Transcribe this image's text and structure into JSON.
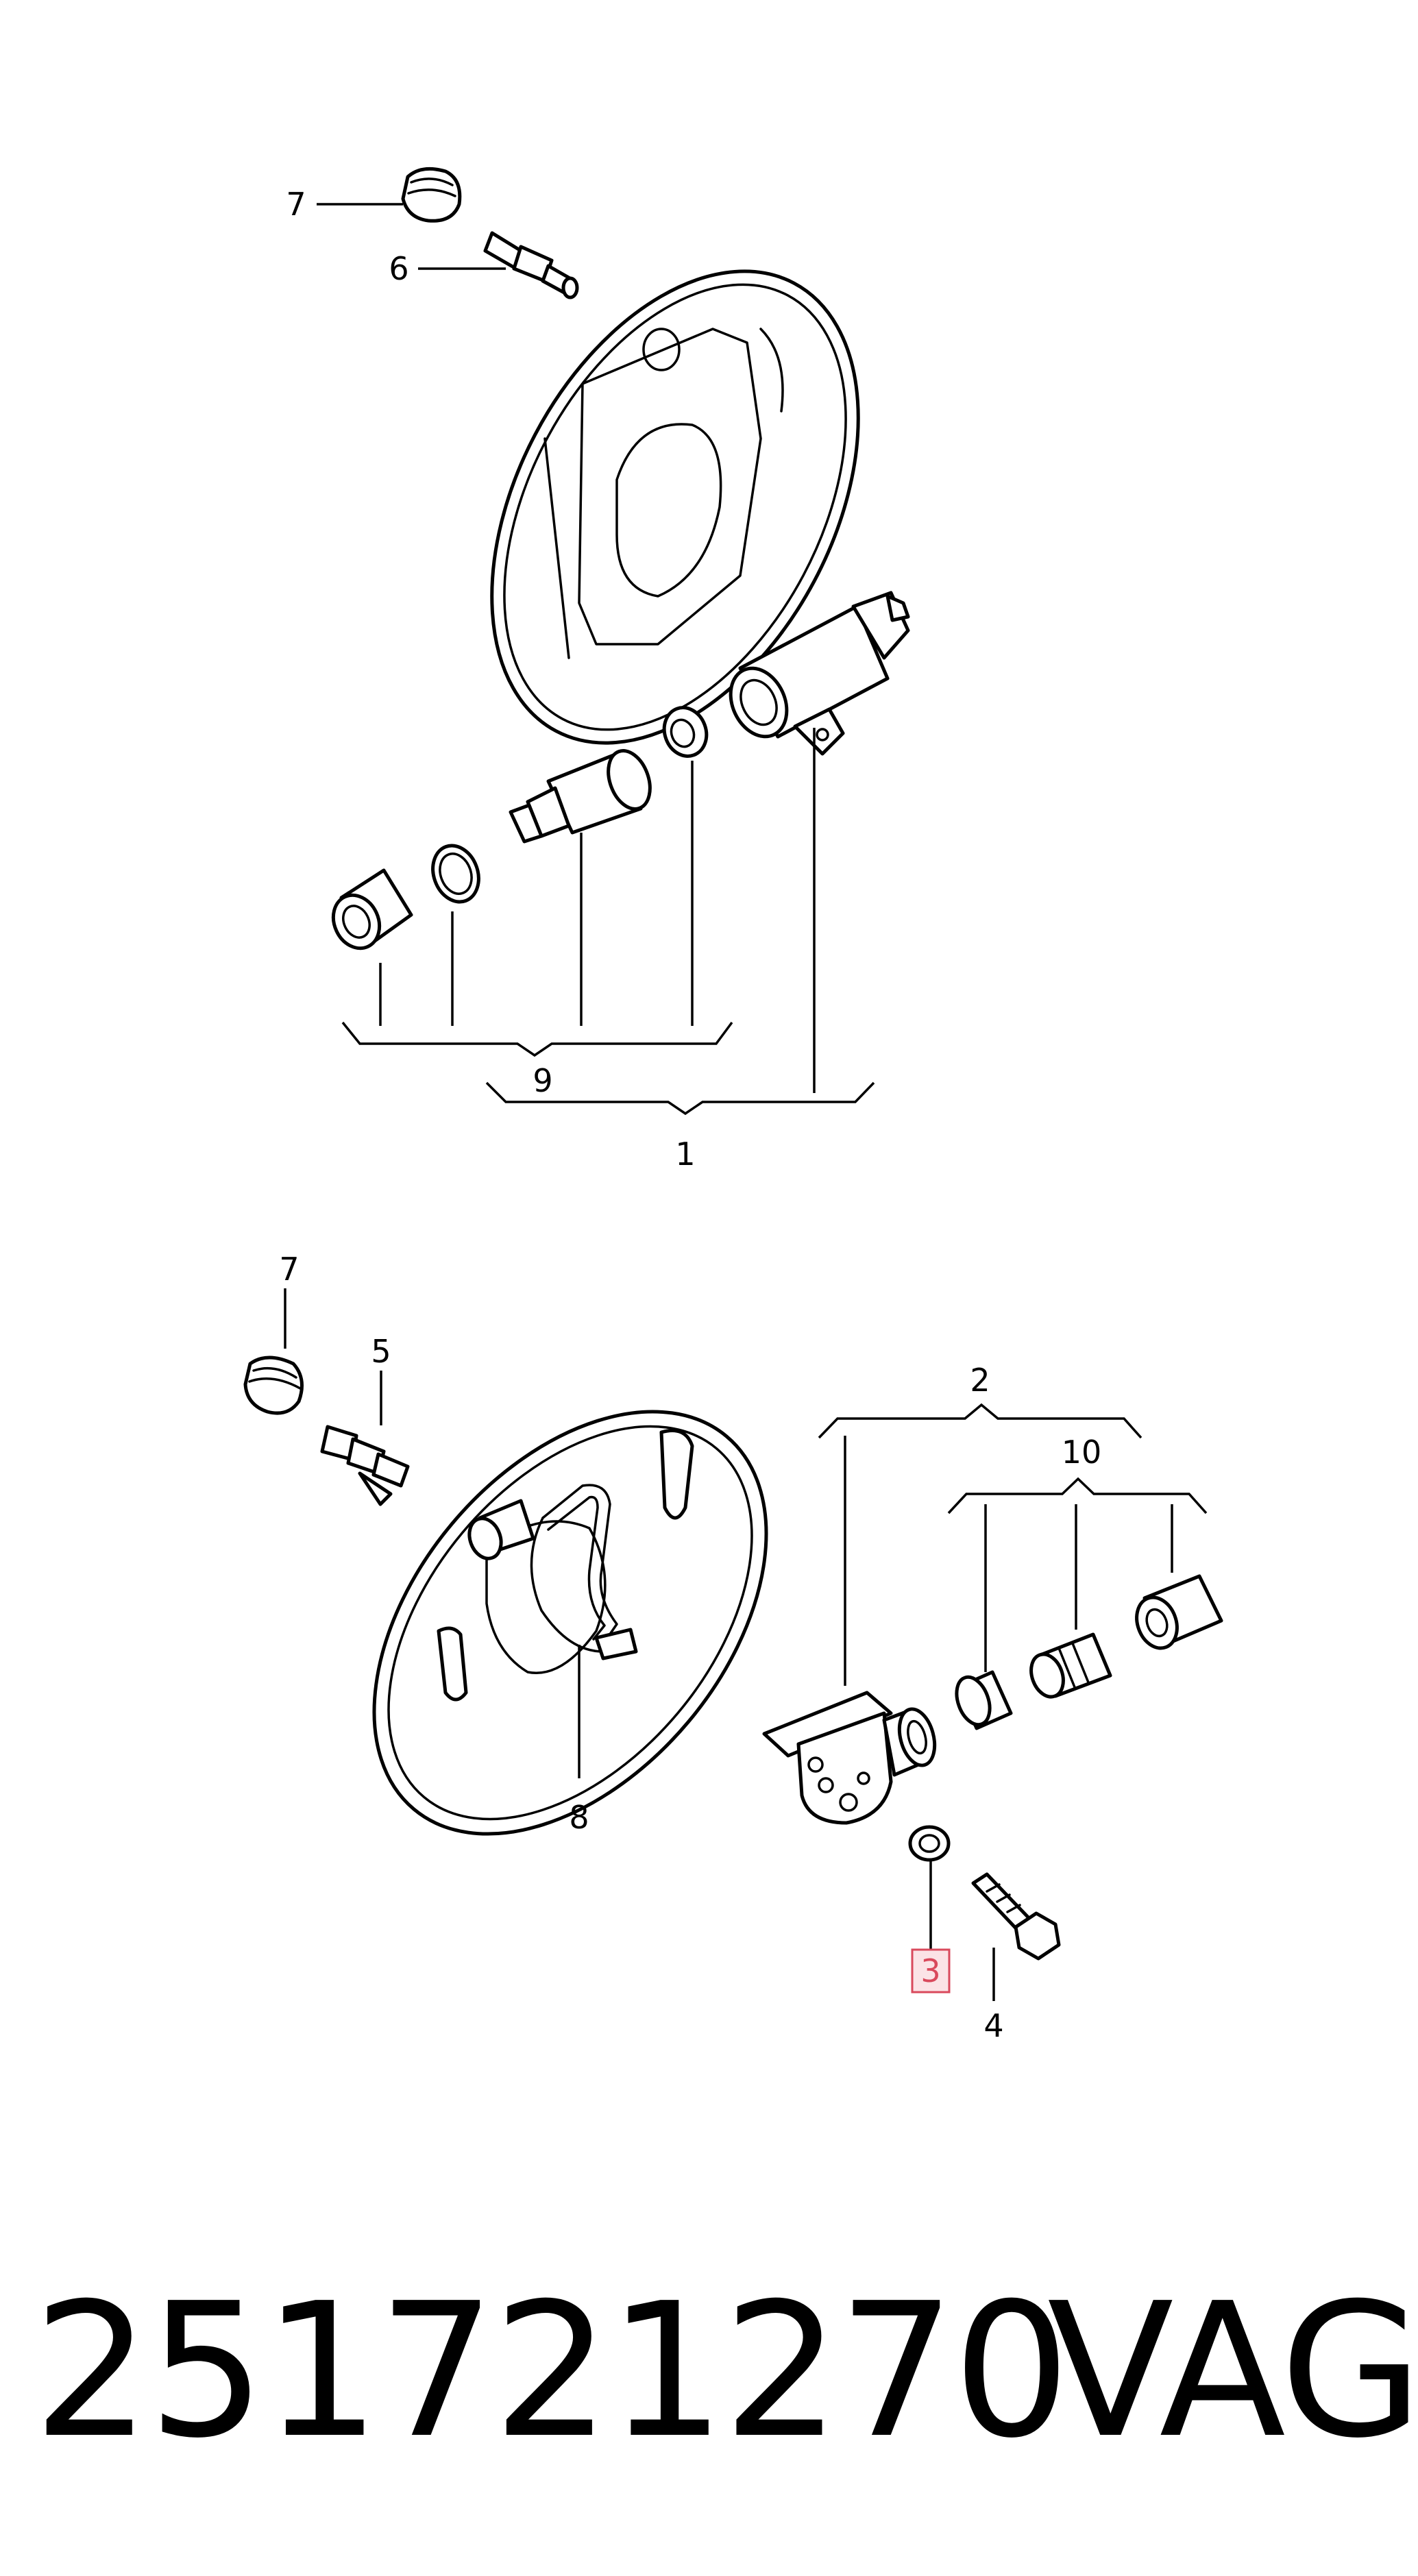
{
  "callouts": {
    "c1": "1",
    "c2": "2",
    "c3": "3",
    "c4": "4",
    "c5": "5",
    "c6": "6",
    "c7_top": "7",
    "c7_bottom": "7",
    "c8": "8",
    "c9": "9",
    "c10": "10"
  },
  "highlighted_callout": "3",
  "colors": {
    "highlight_border": "#d9495c",
    "highlight_fill": "#fbe3e6",
    "line": "#000000"
  },
  "footer": {
    "part_number": "251721270",
    "brand": "VAG"
  }
}
